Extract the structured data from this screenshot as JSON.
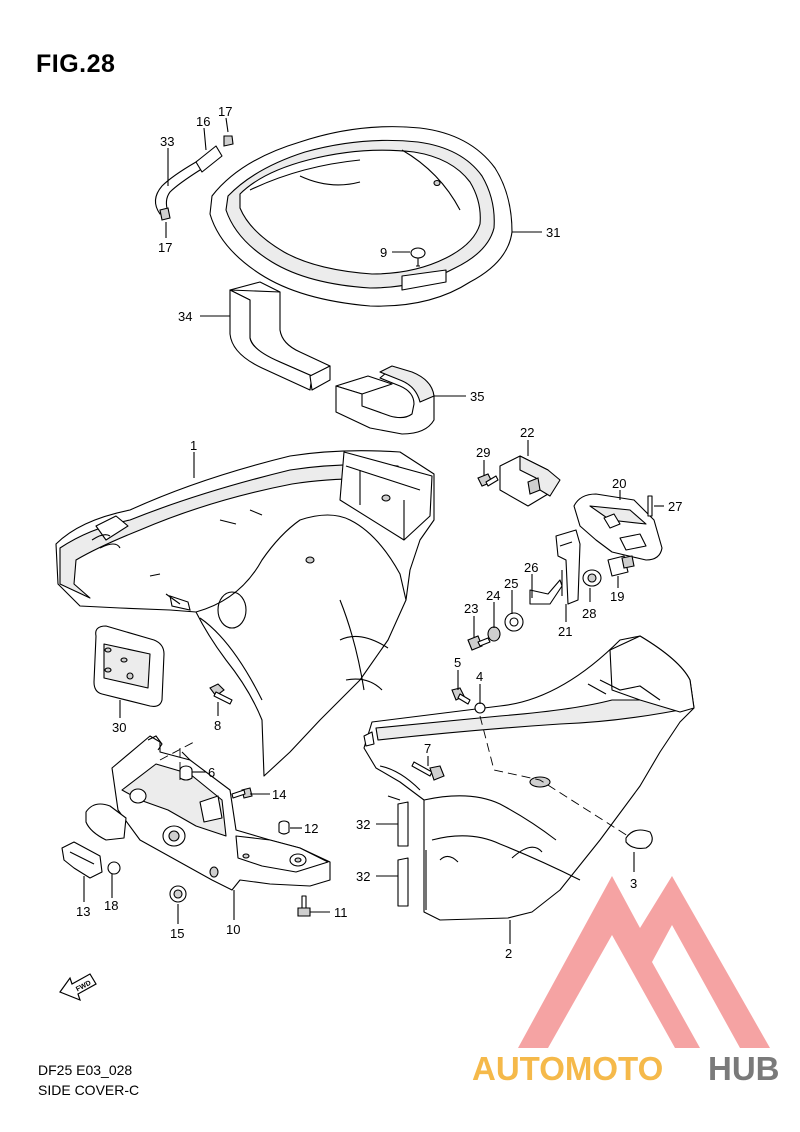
{
  "figure": {
    "title": "FIG.28"
  },
  "footer": {
    "model_code": "DF25 E03_028",
    "section": "SIDE COVER-C"
  },
  "watermark": {
    "part1": "AUTOMOTO",
    "part2": "HUB",
    "color_light": "#f5b94a",
    "color_dark": "#7a7a7a",
    "logo_color": "#f08080"
  },
  "fwd_label": "FWD",
  "callouts": [
    {
      "ref": "16",
      "text": "16"
    },
    {
      "ref": "17a",
      "text": "17"
    },
    {
      "ref": "33",
      "text": "33"
    },
    {
      "ref": "17b",
      "text": "17"
    },
    {
      "ref": "31",
      "text": "31"
    },
    {
      "ref": "9",
      "text": "9"
    },
    {
      "ref": "34",
      "text": "34"
    },
    {
      "ref": "35",
      "text": "35"
    },
    {
      "ref": "1",
      "text": "1"
    },
    {
      "ref": "22",
      "text": "22"
    },
    {
      "ref": "29",
      "text": "29"
    },
    {
      "ref": "20",
      "text": "20"
    },
    {
      "ref": "27",
      "text": "27"
    },
    {
      "ref": "26",
      "text": "26"
    },
    {
      "ref": "25",
      "text": "25"
    },
    {
      "ref": "24",
      "text": "24"
    },
    {
      "ref": "23",
      "text": "23"
    },
    {
      "ref": "28",
      "text": "28"
    },
    {
      "ref": "19",
      "text": "19"
    },
    {
      "ref": "21",
      "text": "21"
    },
    {
      "ref": "5",
      "text": "5"
    },
    {
      "ref": "4",
      "text": "4"
    },
    {
      "ref": "30",
      "text": "30"
    },
    {
      "ref": "8",
      "text": "8"
    },
    {
      "ref": "7",
      "text": "7"
    },
    {
      "ref": "6",
      "text": "6"
    },
    {
      "ref": "14",
      "text": "14"
    },
    {
      "ref": "12",
      "text": "12"
    },
    {
      "ref": "32a",
      "text": "32"
    },
    {
      "ref": "32b",
      "text": "32"
    },
    {
      "ref": "3",
      "text": "3"
    },
    {
      "ref": "13",
      "text": "13"
    },
    {
      "ref": "18",
      "text": "18"
    },
    {
      "ref": "15",
      "text": "15"
    },
    {
      "ref": "10",
      "text": "10"
    },
    {
      "ref": "11",
      "text": "11"
    },
    {
      "ref": "2",
      "text": "2"
    }
  ]
}
